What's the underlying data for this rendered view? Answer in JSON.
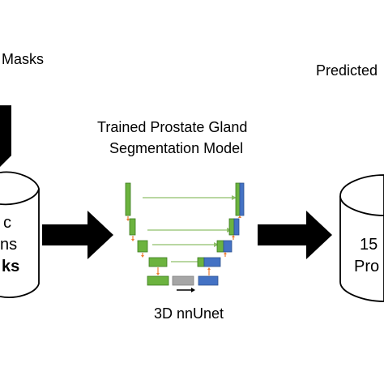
{
  "labels": {
    "top_left": "Masks",
    "top_right": "Predicted",
    "model_title_line1": "Trained Prostate Gland",
    "model_title_line2": "Segmentation Model",
    "model_name": "3D nnUnet"
  },
  "left_cylinder": {
    "line1": "c",
    "line2": "ns",
    "line3": "ks"
  },
  "right_cylinder": {
    "line1": "15",
    "line2": "Pro"
  },
  "colors": {
    "green": "#6cb33f",
    "green_dark": "#3d7a1e",
    "blue": "#4472c4",
    "blue_dark": "#2f528f",
    "gray": "#a6a6a6",
    "orange": "#ed7d31",
    "skip_line": "#8fbf6a"
  }
}
